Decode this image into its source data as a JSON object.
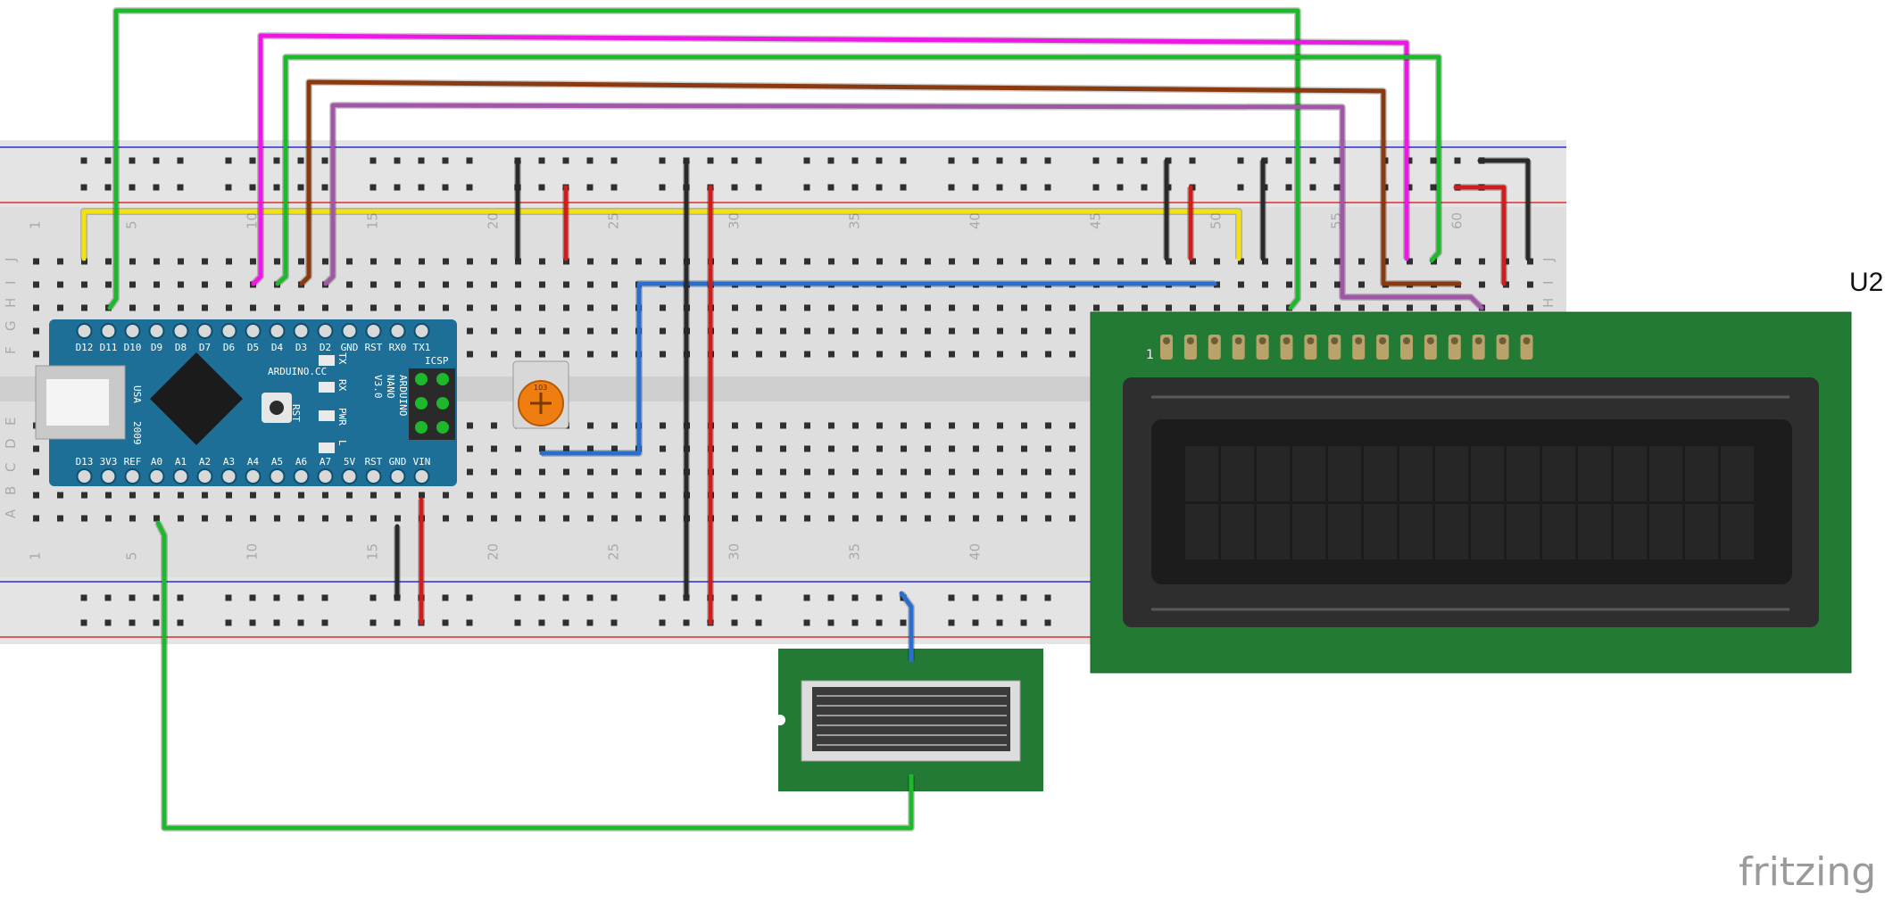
{
  "lcd": {
    "ref": "U2",
    "pin1_label": "1",
    "pin_count": 16
  },
  "breadboard": {
    "row_letters_top": [
      "J",
      "I",
      "H",
      "G",
      "F"
    ],
    "row_letters_bottom": [
      "E",
      "D",
      "C",
      "B",
      "A"
    ],
    "column_numbers": [
      "1",
      "5",
      "10",
      "15",
      "20",
      "25",
      "30",
      "35",
      "40",
      "45",
      "50",
      "55",
      "60"
    ]
  },
  "arduino": {
    "top_pins": [
      "D12",
      "D11",
      "D10",
      "D9",
      "D8",
      "D7",
      "D6",
      "D5",
      "D4",
      "D3",
      "D2",
      "GND",
      "RST",
      "RX0",
      "TX1"
    ],
    "bottom_pins": [
      "D13",
      "3V3",
      "REF",
      "A0",
      "A1",
      "A2",
      "A3",
      "A4",
      "A5",
      "A6",
      "A7",
      "5V",
      "RST",
      "GND",
      "VIN"
    ],
    "brand": "ARDUINO.CC",
    "model_lines": [
      "ARDUINO",
      "NANO",
      "V3.0"
    ],
    "usa": "USA",
    "year": "2009",
    "icsp": "ICSP",
    "rst_button": "RST",
    "leds": [
      "TX",
      "RX",
      "PWR",
      "L"
    ]
  },
  "potentiometer": {
    "value_label": "103"
  },
  "watermark": "fritzing",
  "colors": {
    "green_wire": "#1db82c",
    "magenta_wire": "#ee18e6",
    "brown_wire": "#8b3a0f",
    "purple_wire": "#a256a8",
    "yellow_wire": "#f2e40a",
    "black_wire": "#2a2a2a",
    "red_wire": "#cf1d1d",
    "blue_wire": "#2a6fd0",
    "breadboard": "#dcdcdc",
    "pcb_green": "#237a35",
    "arduino_blue": "#1d6f97"
  }
}
